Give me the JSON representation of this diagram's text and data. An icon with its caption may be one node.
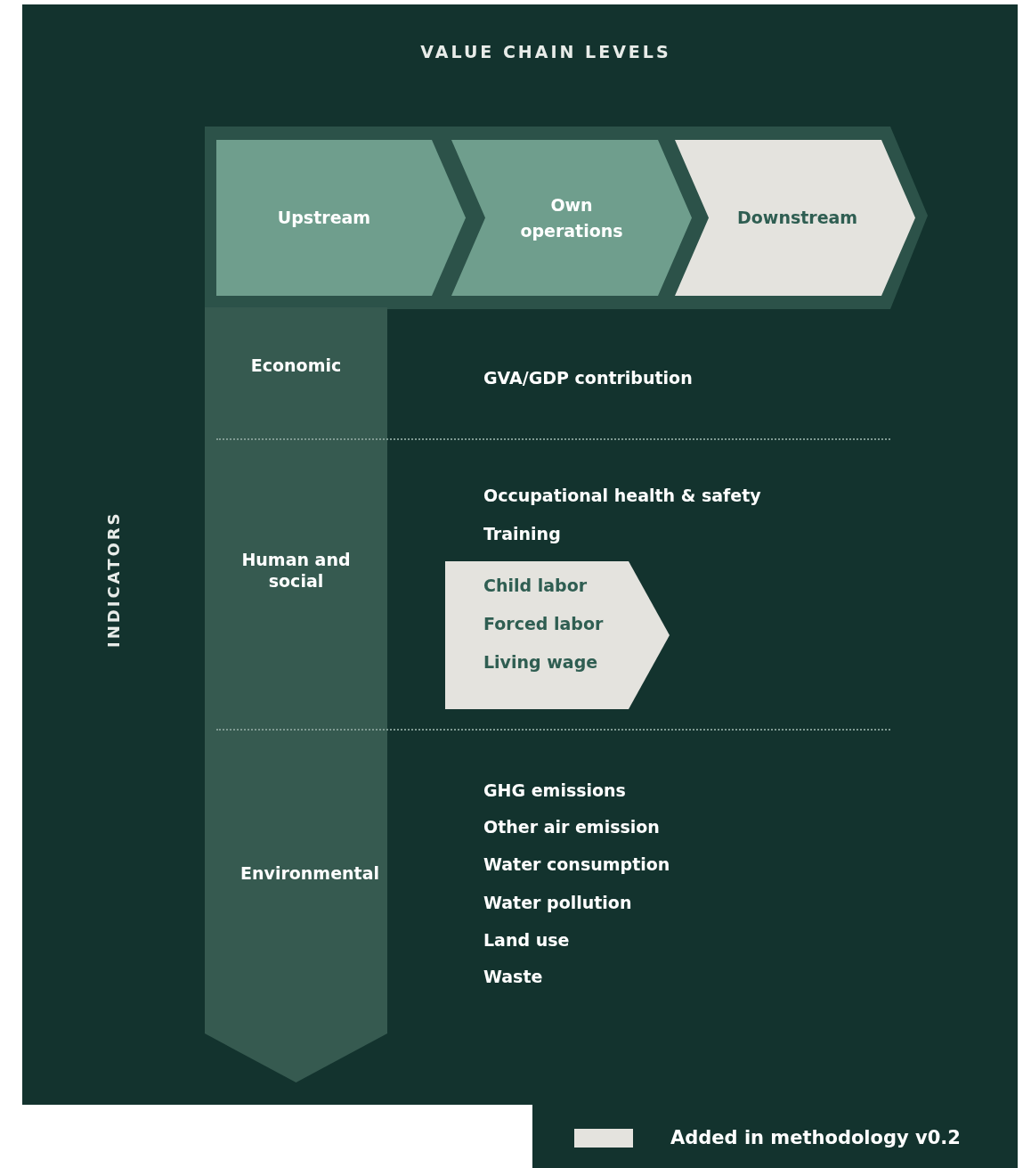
{
  "diagram": {
    "title": "VALUE CHAIN LEVELS",
    "nodes": [
      {
        "text": [
          "Upstream"
        ]
      },
      {
        "text": [
          "Own operations"
        ]
      },
      {
        "text": [
          "Downstream"
        ]
      },
      {
        "text": [
          "Economic",
          "Human and social",
          "Environmental"
        ]
      },
      {
        "text": [
          "Child labor",
          "Forced labor",
          "Living wage"
        ]
      }
    ],
    "labels": [
      "INDICATORS",
      "GVA/GDP contribution",
      "Occupational health & safety",
      "Training",
      "GHG emissions",
      "Other air emission",
      "Water consumption",
      "Water pollution",
      "Land use",
      "Waste"
    ],
    "legend": [
      {
        "text": "Added in methodology v0.2",
        "color": "#e4e3de"
      }
    ]
  }
}
